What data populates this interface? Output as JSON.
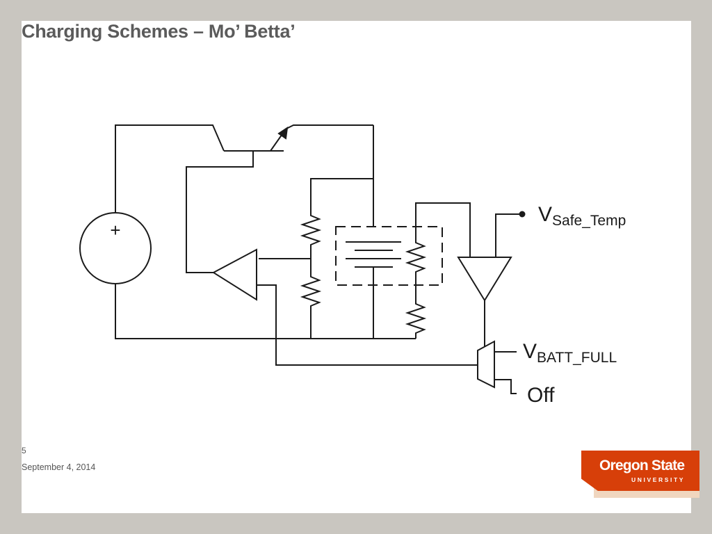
{
  "slide": {
    "title": "Charging Schemes – Mo’ Betta’",
    "page_number": "5",
    "date": "September 4, 2014"
  },
  "diagram": {
    "source_symbol": "+",
    "labels": {
      "v_safe_temp_main": "V",
      "v_safe_temp_sub": "Safe_Temp",
      "v_batt_full_main": "V",
      "v_batt_full_sub": "BATT_FULL",
      "off": "Off"
    }
  },
  "logo": {
    "name": "Oregon State",
    "sub": "UNIVERSITY",
    "color": "#d73f09"
  },
  "colors": {
    "background": "#c9c6c0",
    "slide": "#ffffff",
    "title": "#5b5b5b",
    "line": "#1a1a1a"
  }
}
